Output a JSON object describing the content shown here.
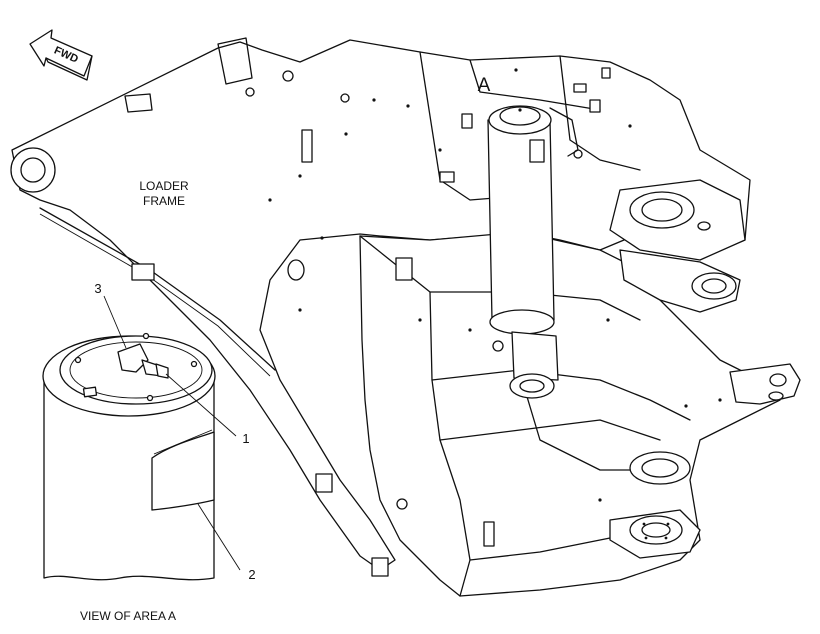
{
  "labels": {
    "loader_frame_line1": "LOADER",
    "loader_frame_line2": "FRAME",
    "area": "A",
    "fwd": "FWD",
    "view_caption": "VIEW OF AREA A"
  },
  "callouts": {
    "c1": "1",
    "c2": "2",
    "c3": "3"
  },
  "colors": {
    "line": "#111111",
    "background": "#ffffff"
  }
}
